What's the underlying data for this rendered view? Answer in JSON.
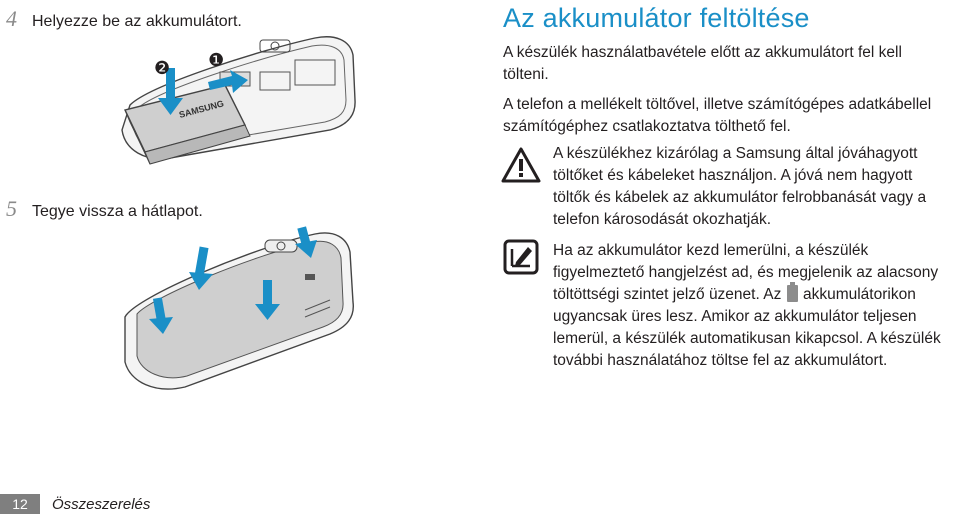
{
  "steps": [
    {
      "number": "4",
      "text": "Helyezze be az akkumulátort."
    },
    {
      "number": "5",
      "text": "Tegye vissza a hátlapot."
    }
  ],
  "illustration": {
    "callout_1": "❶",
    "callout_2": "❷",
    "battery_brand": "SAMSUNG",
    "arrow_color": "#1a8fc7"
  },
  "section": {
    "title": "Az akkumulátor feltöltése",
    "para1": "A készülék használatbavétele előtt az akkumulátort fel kell tölteni.",
    "para2": "A telefon a mellékelt töltővel, illetve számítógépes adatkábellel számítógéphez csatlakoztatva tölthető fel."
  },
  "warning": {
    "icon": "warning-icon",
    "text": "A készülékhez kizárólag a Samsung által jóváhagyott töltőket és kábeleket használjon. A jóvá nem hagyott töltők és kábelek az akkumulátor felrobbanását vagy a telefon károsodását okozhatják."
  },
  "note": {
    "icon": "note-icon",
    "text_before": "Ha az akkumulátor kezd lemerülni, a készülék figyelmeztető hangjelzést ad, és megjelenik az alacsony töltöttségi szintet jelző üzenet. Az",
    "text_after": "akkumulátorikon ugyancsak üres lesz. Amikor az akkumulátor teljesen lemerül, a készülék automatikusan kikapcsol. A készülék további használatához töltse fel az akkumulátort."
  },
  "footer": {
    "page_number": "12",
    "chapter": "Összeszerelés"
  },
  "colors": {
    "title": "#1a8fc7",
    "page_badge": "#7f7f7f"
  }
}
